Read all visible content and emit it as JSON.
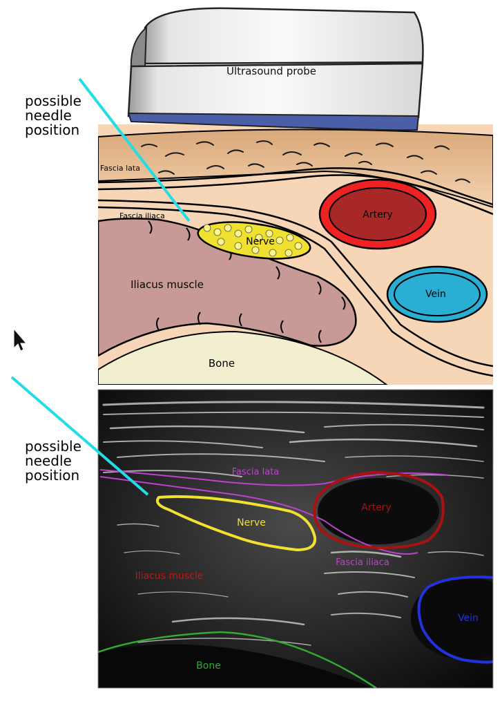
{
  "illustration": {
    "probe_label": "Ultrasound probe",
    "fascia_lata_label": "Fascia lata",
    "fascia_iliaca_label": "Fascia iliaca",
    "nerve_label": "Nerve",
    "artery_label": "Artery",
    "vein_label": "Vein",
    "iliacus_label": "Iliacus muscle",
    "bone_label": "Bone",
    "needle_label": "possible\nneedle\nposition"
  },
  "ultrasound": {
    "fascia_lata_label": "Fascia lata",
    "fascia_iliaca_label": "Fascia iliaca",
    "nerve_label": "Nerve",
    "artery_label": "Artery",
    "vein_label": "Vein",
    "iliacus_label": "Iliacus muscle",
    "bone_label": "Bone",
    "needle_label": "possible\nneedle\nposition"
  },
  "colors": {
    "needle": "#22dde6",
    "nerve_fill": "#f0e030",
    "artery_fill": "#a82828",
    "artery_ring": "#ee2222",
    "vein_fill": "#2aaed4",
    "muscle_fill": "#c79a98",
    "bone_fill": "#f1efcf",
    "tissue_fill": "#f6d6b6",
    "fascia_outline": "#c040d0",
    "bone_outline": "#33aa33",
    "vein_outline": "#2233dd",
    "us_artery_outline": "#aa1111"
  },
  "icons": {
    "cursor": "mouse-pointer-icon"
  }
}
